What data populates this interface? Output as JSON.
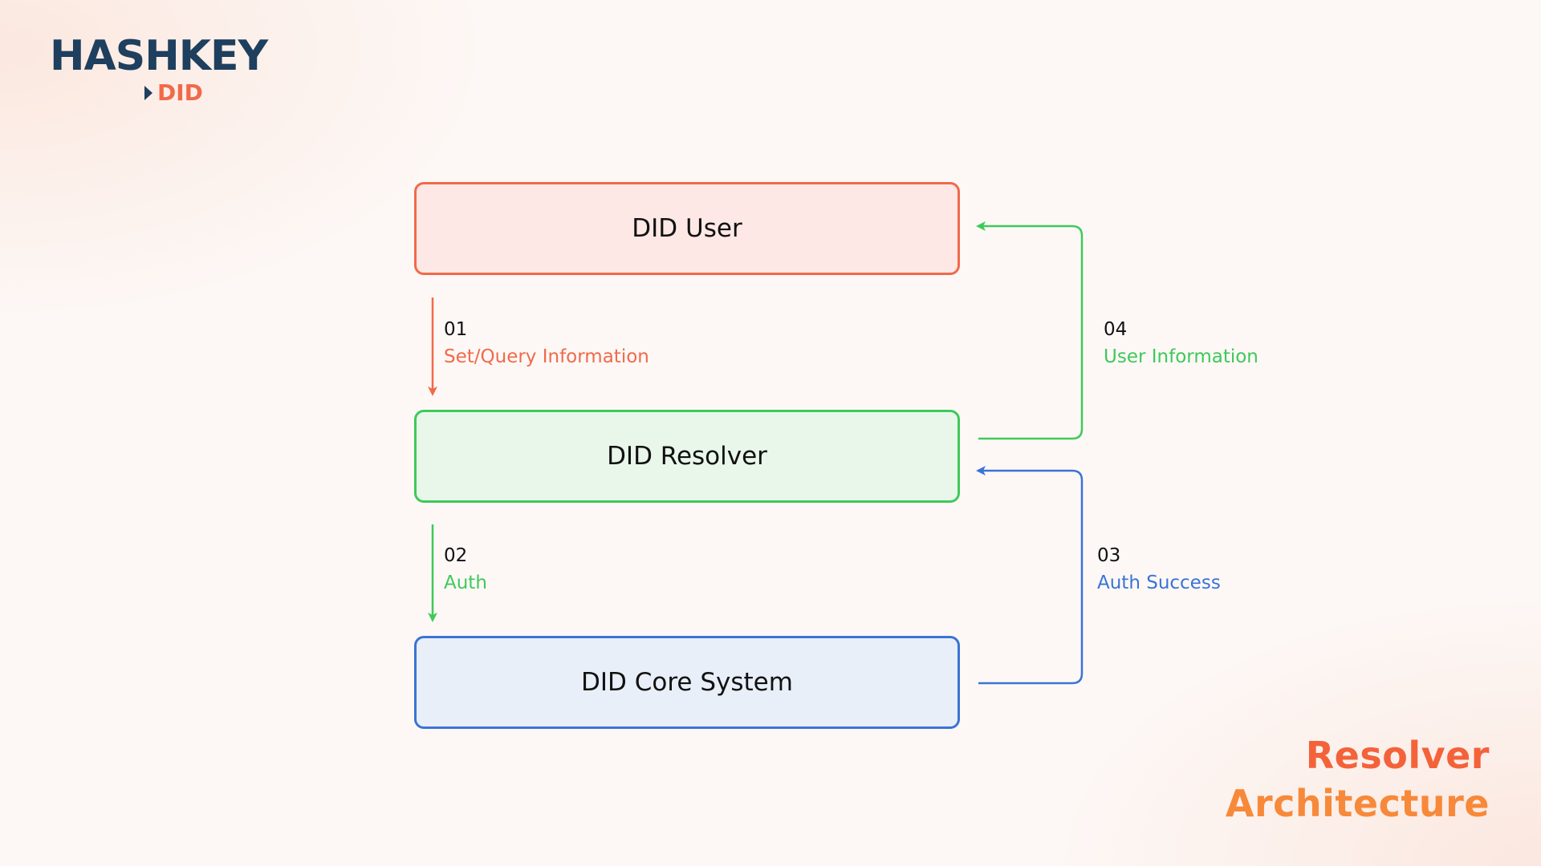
{
  "logo": {
    "wordmark": "HASHKEY",
    "sub": "DID"
  },
  "colors": {
    "red": "#f06a4a",
    "red_fill": "#fde8e5",
    "green": "#3ec95a",
    "green_fill": "#e9f7ea",
    "blue": "#3a74d4",
    "blue_fill": "#e8eff9",
    "navy": "#1e3f5e",
    "title_top": "#f4623a",
    "title_bottom": "#f7893a"
  },
  "nodes": [
    {
      "label": "DID User",
      "color": "red"
    },
    {
      "label": "DID Resolver",
      "color": "green"
    },
    {
      "label": "DID Core System",
      "color": "blue"
    }
  ],
  "steps": [
    {
      "number": "01",
      "text": "Set/Query Information",
      "color": "red"
    },
    {
      "number": "02",
      "text": "Auth",
      "color": "green"
    },
    {
      "number": "03",
      "text": "Auth Success",
      "color": "blue"
    },
    {
      "number": "04",
      "text": "User Information",
      "color": "green"
    }
  ],
  "title": {
    "line1": "Resolver",
    "line2": "Architecture"
  }
}
